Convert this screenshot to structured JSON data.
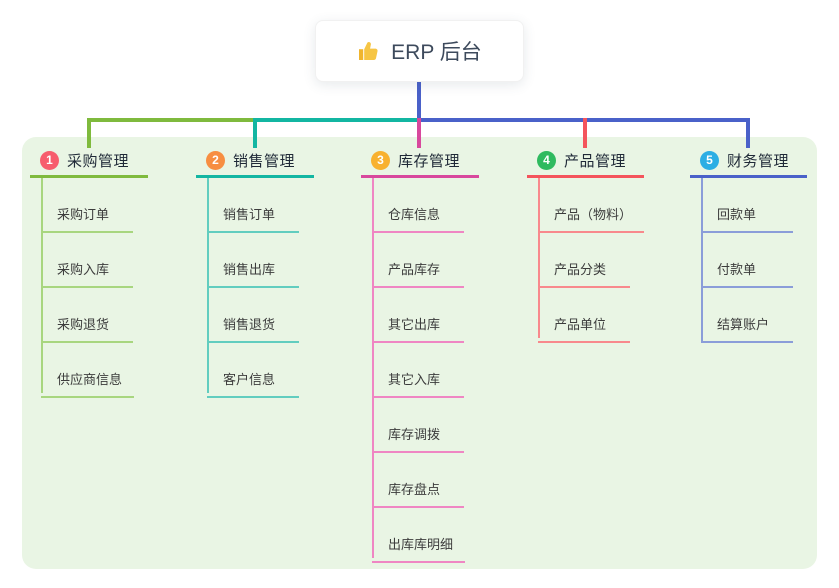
{
  "root": {
    "label": "ERP 后台",
    "icon": "thumbs-up-icon",
    "icon_color": "#f6c544",
    "stem_color": "#4a61c9"
  },
  "panel": {
    "background": "#e9f5e4"
  },
  "branches": [
    {
      "badge": "1",
      "badge_color": "#f75d6d",
      "color": "#7fba3d",
      "light_color": "#a8d67f",
      "label": "采购管理",
      "children": [
        "采购订单",
        "采购入库",
        "采购退货",
        "供应商信息"
      ]
    },
    {
      "badge": "2",
      "badge_color": "#f78e41",
      "color": "#13b6a2",
      "light_color": "#62cdbf",
      "label": "销售管理",
      "children": [
        "销售订单",
        "销售出库",
        "销售退货",
        "客户信息"
      ]
    },
    {
      "badge": "3",
      "badge_color": "#f8b12f",
      "color": "#d8489d",
      "light_color": "#ef86c3",
      "label": "库存管理",
      "children": [
        "仓库信息",
        "产品库存",
        "其它出库",
        "其它入库",
        "库存调拨",
        "库存盘点",
        "出库库明细"
      ]
    },
    {
      "badge": "4",
      "badge_color": "#2fba5f",
      "color": "#f4545c",
      "light_color": "#f8898c",
      "label": "产品管理",
      "children": [
        "产品（物料）",
        "产品分类",
        "产品单位"
      ]
    },
    {
      "badge": "5",
      "badge_color": "#2caee4",
      "color": "#4a61c9",
      "light_color": "#8b9dd9",
      "label": "财务管理",
      "children": [
        "回款单",
        "付款单",
        "结算账户"
      ]
    }
  ]
}
